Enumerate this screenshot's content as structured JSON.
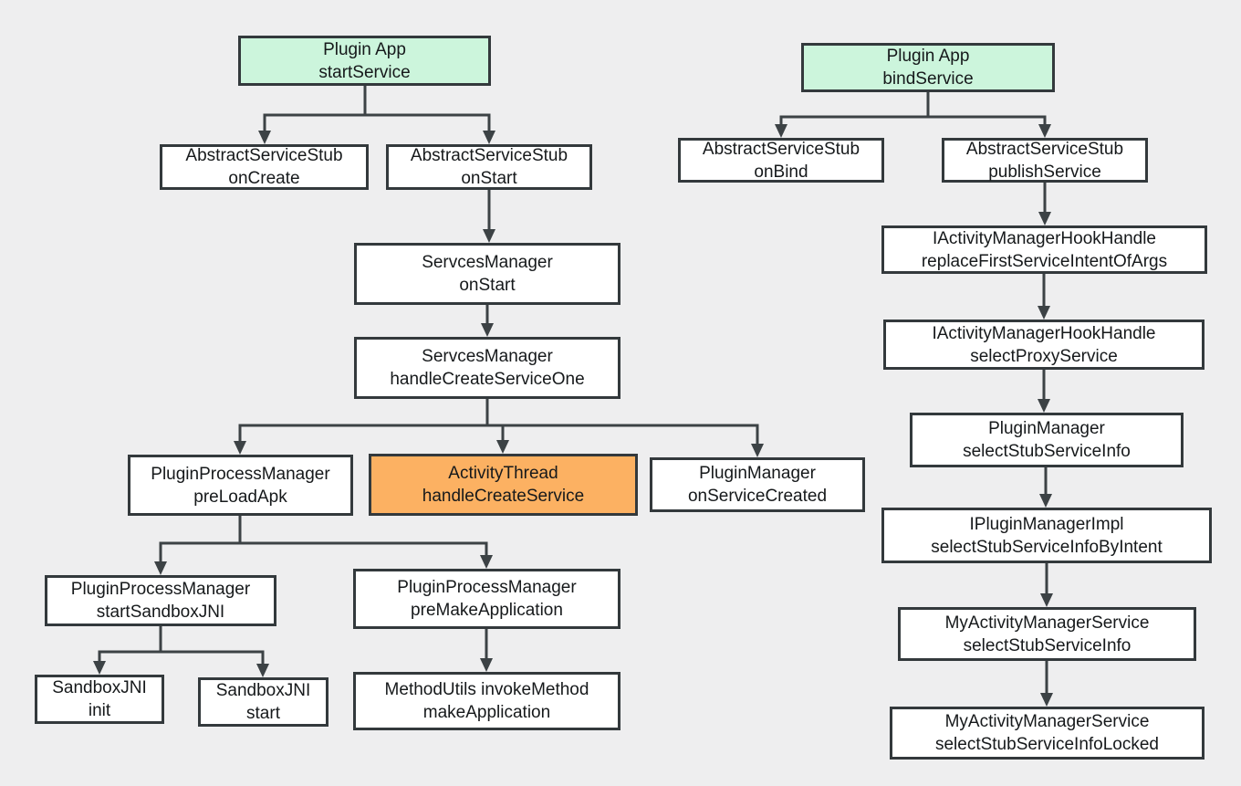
{
  "palette": {
    "background": "#eeeeef",
    "root_fill": "#ccf5dc",
    "highlight_fill": "#fcb162",
    "node_fill": "#ffffff",
    "border": "#33393c",
    "connector": "#3c4245",
    "text": "#16191b"
  },
  "nodes": {
    "plugin_app_start_service": {
      "label": "Plugin App\nstartService",
      "kind": "root"
    },
    "abstract_service_stub_on_create": {
      "label": "AbstractServiceStub\nonCreate",
      "kind": "normal"
    },
    "abstract_service_stub_on_start": {
      "label": "AbstractServiceStub\nonStart",
      "kind": "normal"
    },
    "services_manager_on_start": {
      "label": "ServcesManager\nonStart",
      "kind": "normal"
    },
    "services_manager_handle_create_service_one": {
      "label": "ServcesManager\nhandleCreateServiceOne",
      "kind": "normal"
    },
    "plugin_process_manager_pre_load_apk": {
      "label": "PluginProcessManager\npreLoadApk",
      "kind": "normal"
    },
    "activity_thread_handle_create_service": {
      "label": "ActivityThread\nhandleCreateService",
      "kind": "highlight"
    },
    "plugin_manager_on_service_created": {
      "label": "PluginManager\nonServiceCreated",
      "kind": "normal"
    },
    "plugin_process_manager_start_sandbox_jni": {
      "label": "PluginProcessManager\nstartSandboxJNI",
      "kind": "normal"
    },
    "plugin_process_manager_pre_make_application": {
      "label": "PluginProcessManager\npreMakeApplication",
      "kind": "normal"
    },
    "sandbox_jni_init": {
      "label": "SandboxJNI\ninit",
      "kind": "normal"
    },
    "sandbox_jni_start": {
      "label": "SandboxJNI\nstart",
      "kind": "normal"
    },
    "method_utils_invoke_method_make_application": {
      "label": "MethodUtils invokeMethod\nmakeApplication",
      "kind": "normal"
    },
    "plugin_app_bind_service": {
      "label": "Plugin App\nbindService",
      "kind": "root"
    },
    "abstract_service_stub_on_bind": {
      "label": "AbstractServiceStub\nonBind",
      "kind": "normal"
    },
    "abstract_service_stub_publish_service": {
      "label": "AbstractServiceStub\npublishService",
      "kind": "normal"
    },
    "iactivity_manager_hook_handle_replace_first_service_intent_of_args": {
      "label": "IActivityManagerHookHandle\nreplaceFirstServiceIntentOfArgs",
      "kind": "normal"
    },
    "iactivity_manager_hook_handle_select_proxy_service": {
      "label": "IActivityManagerHookHandle\nselectProxyService",
      "kind": "normal"
    },
    "plugin_manager_select_stub_service_info": {
      "label": "PluginManager\nselectStubServiceInfo",
      "kind": "normal"
    },
    "iplugin_manager_impl_select_stub_service_info_by_intent": {
      "label": "IPluginManagerImpl\nselectStubServiceInfoByIntent",
      "kind": "normal"
    },
    "my_activity_manager_service_select_stub_service_info": {
      "label": "MyActivityManagerService\nselectStubServiceInfo",
      "kind": "normal"
    },
    "my_activity_manager_service_select_stub_service_info_locked": {
      "label": "MyActivityManagerService\nselectStubServiceInfoLocked",
      "kind": "normal"
    }
  },
  "edges": [
    {
      "from": "plugin_app_start_service",
      "to": "abstract_service_stub_on_create"
    },
    {
      "from": "plugin_app_start_service",
      "to": "abstract_service_stub_on_start"
    },
    {
      "from": "abstract_service_stub_on_start",
      "to": "services_manager_on_start"
    },
    {
      "from": "services_manager_on_start",
      "to": "services_manager_handle_create_service_one"
    },
    {
      "from": "services_manager_handle_create_service_one",
      "to": "plugin_process_manager_pre_load_apk"
    },
    {
      "from": "services_manager_handle_create_service_one",
      "to": "activity_thread_handle_create_service"
    },
    {
      "from": "services_manager_handle_create_service_one",
      "to": "plugin_manager_on_service_created"
    },
    {
      "from": "plugin_process_manager_pre_load_apk",
      "to": "plugin_process_manager_start_sandbox_jni"
    },
    {
      "from": "plugin_process_manager_pre_load_apk",
      "to": "plugin_process_manager_pre_make_application"
    },
    {
      "from": "plugin_process_manager_start_sandbox_jni",
      "to": "sandbox_jni_init"
    },
    {
      "from": "plugin_process_manager_start_sandbox_jni",
      "to": "sandbox_jni_start"
    },
    {
      "from": "plugin_process_manager_pre_make_application",
      "to": "method_utils_invoke_method_make_application"
    },
    {
      "from": "plugin_app_bind_service",
      "to": "abstract_service_stub_on_bind"
    },
    {
      "from": "plugin_app_bind_service",
      "to": "abstract_service_stub_publish_service"
    },
    {
      "from": "abstract_service_stub_publish_service",
      "to": "iactivity_manager_hook_handle_replace_first_service_intent_of_args"
    },
    {
      "from": "iactivity_manager_hook_handle_replace_first_service_intent_of_args",
      "to": "iactivity_manager_hook_handle_select_proxy_service"
    },
    {
      "from": "iactivity_manager_hook_handle_select_proxy_service",
      "to": "plugin_manager_select_stub_service_info"
    },
    {
      "from": "plugin_manager_select_stub_service_info",
      "to": "iplugin_manager_impl_select_stub_service_info_by_intent"
    },
    {
      "from": "iplugin_manager_impl_select_stub_service_info_by_intent",
      "to": "my_activity_manager_service_select_stub_service_info"
    },
    {
      "from": "my_activity_manager_service_select_stub_service_info",
      "to": "my_activity_manager_service_select_stub_service_info_locked"
    }
  ]
}
